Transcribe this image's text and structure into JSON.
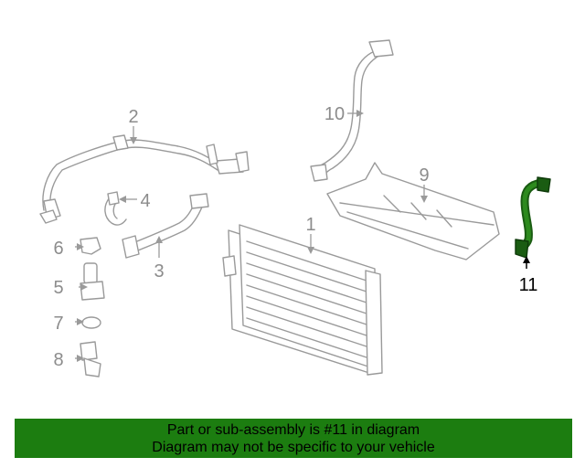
{
  "diagram": {
    "callouts": [
      {
        "id": "1",
        "label": "1"
      },
      {
        "id": "2",
        "label": "2"
      },
      {
        "id": "3",
        "label": "3"
      },
      {
        "id": "4",
        "label": "4"
      },
      {
        "id": "5",
        "label": "5"
      },
      {
        "id": "6",
        "label": "6"
      },
      {
        "id": "7",
        "label": "7"
      },
      {
        "id": "8",
        "label": "8"
      },
      {
        "id": "9",
        "label": "9"
      },
      {
        "id": "10",
        "label": "10"
      },
      {
        "id": "11",
        "label": "11"
      }
    ],
    "highlight_color": "#000000",
    "part_color": "#9a9a9a",
    "highlight_part_color": "#1a5c12"
  },
  "banner": {
    "line1": "Part or sub-assembly is #11 in diagram",
    "line2": "Diagram may not be specific to your vehicle",
    "background": "#1c7d10"
  }
}
